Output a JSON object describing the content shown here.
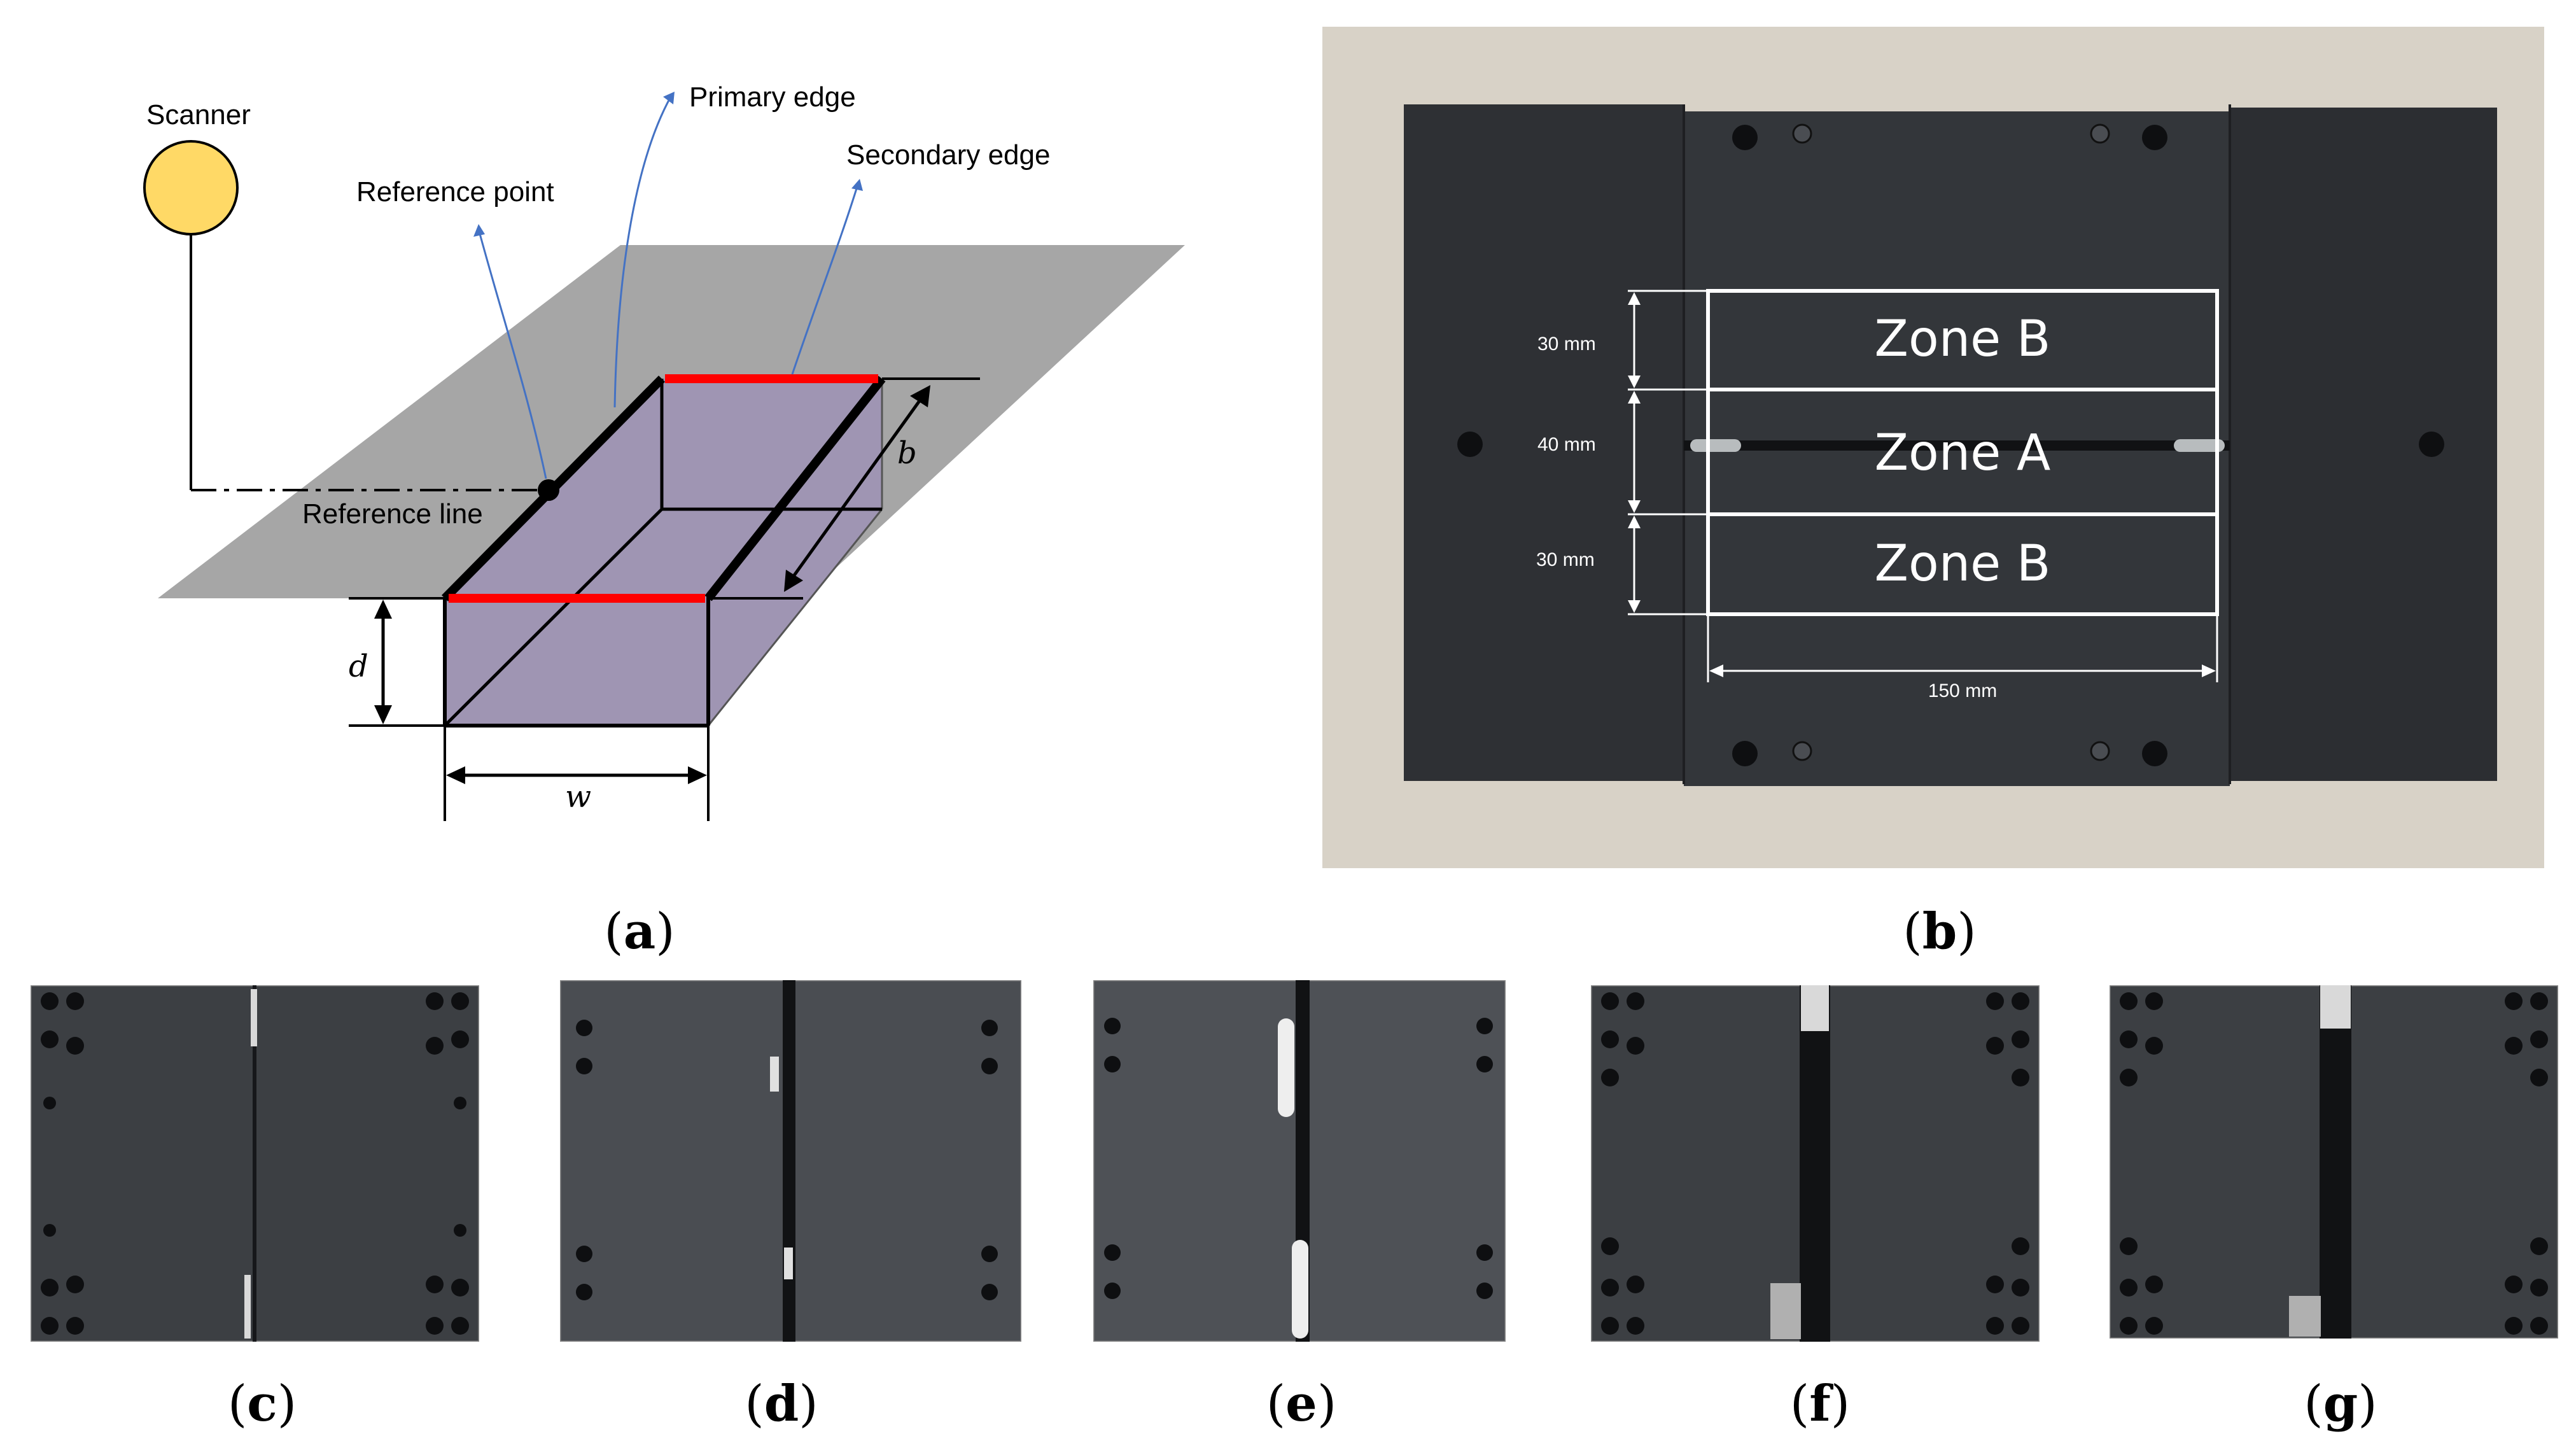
{
  "panel_a": {
    "scanner": "Scanner",
    "primary_edge": "Primary edge",
    "secondary_edge": "Secondary edge",
    "reference_point": "Reference point",
    "reference_line": "Reference line",
    "dim_b": "b",
    "dim_d": "d",
    "dim_w": "w"
  },
  "panel_b": {
    "zone_b_top": "Zone B",
    "zone_a": "Zone A",
    "zone_b_bottom": "Zone B",
    "dim_top": "30 mm",
    "dim_middle": "40 mm",
    "dim_bottom": "30 mm",
    "dim_width": "150 mm"
  },
  "captions": [
    "a",
    "b",
    "c",
    "d",
    "e",
    "f",
    "g"
  ],
  "colors": {
    "scanner_fill": "#ffd966",
    "plane": "#a6a6a6",
    "groove": "#9f95b3",
    "edge_red": "#ff0000",
    "leader_blue": "#4472c4",
    "plate": "#2e3034"
  }
}
